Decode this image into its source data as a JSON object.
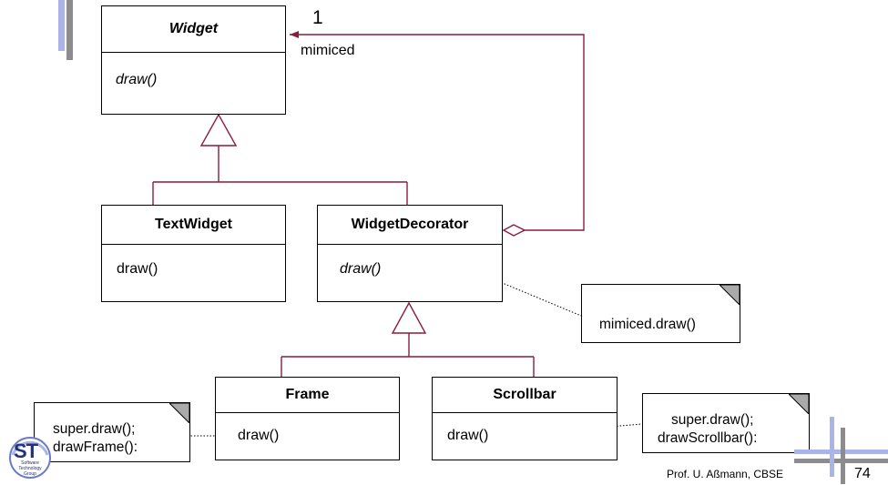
{
  "classes": {
    "widget": {
      "name": "Widget",
      "op": "draw()"
    },
    "text_widget": {
      "name": "TextWidget",
      "op": "draw()"
    },
    "widget_decorator": {
      "name": "WidgetDecorator",
      "op": "draw()"
    },
    "frame": {
      "name": "Frame",
      "op": "draw()"
    },
    "scrollbar": {
      "name": "Scrollbar",
      "op": "draw()"
    }
  },
  "association": {
    "multiplicity": "1",
    "role": "mimiced"
  },
  "notes": {
    "decorator_note": "mimiced.draw()",
    "frame_note_line1": "super.draw();",
    "frame_note_line2": "drawFrame():",
    "scrollbar_note_line1": "super.draw();",
    "scrollbar_note_line2": "drawScrollbar():"
  },
  "footer": {
    "author": "Prof. U. Aßmann, CBSE",
    "page": "74"
  },
  "logo": {
    "letters": "ST",
    "caption": "Software Technology Group"
  },
  "colors": {
    "association": "#8b1c3c",
    "inheritance": "#8b1c3c",
    "accent_bar_blue": "#aab4e8",
    "accent_bar_gray": "#8c8c8c"
  }
}
